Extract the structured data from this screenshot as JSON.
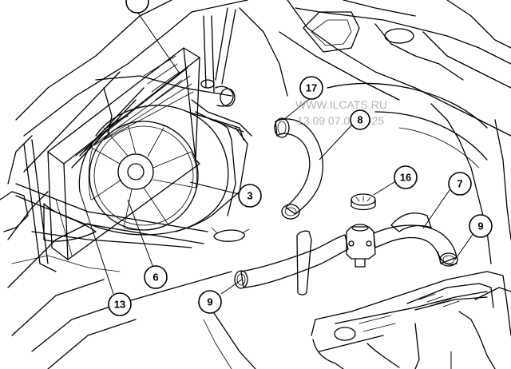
{
  "colors": {
    "line": "#000000",
    "hose_fill": "#f3e8c4",
    "thermostat_fill": "#f2cf3c",
    "watermark": "#9a9a9a",
    "background": "#ffffff"
  },
  "watermark": {
    "site": "WWW.ILCATS.RU",
    "date": "13.09 07.09.2025"
  },
  "callouts": [
    "3",
    "6",
    "7",
    "8",
    "9",
    "9",
    "13",
    "16",
    "17"
  ]
}
